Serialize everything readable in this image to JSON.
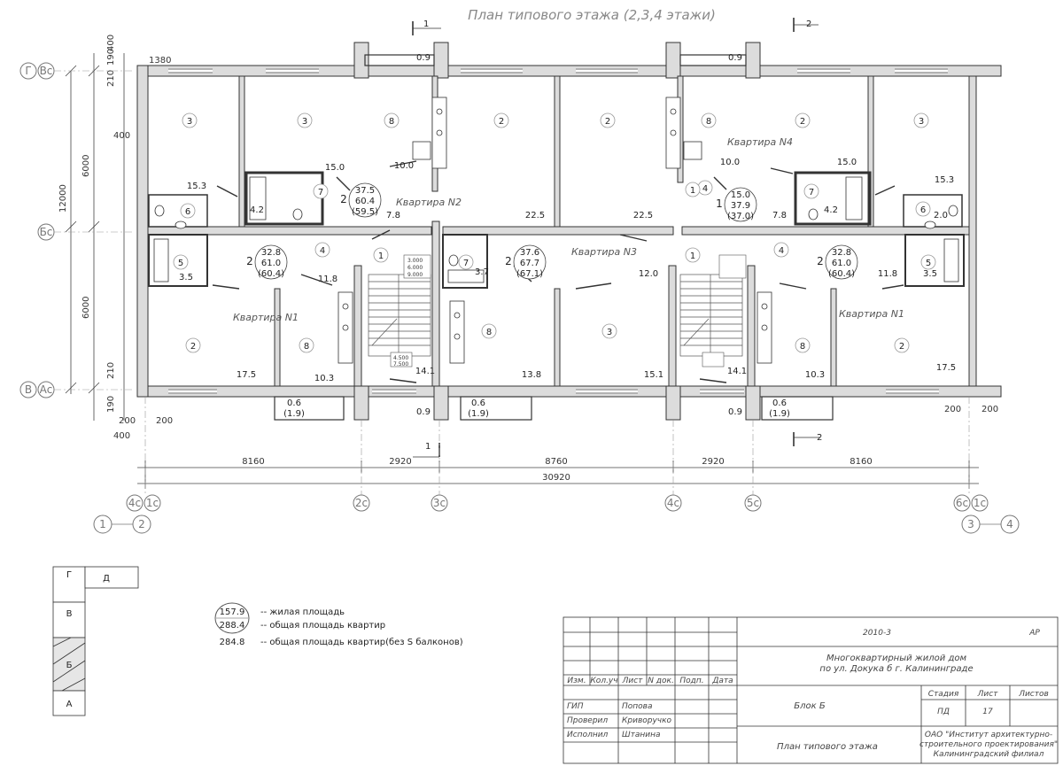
{
  "title": "План типового этажа (2,3,4 этажи)",
  "sections": [
    "1",
    "1",
    "2",
    "2"
  ],
  "apartments": {
    "a1_left": "Квартира N1",
    "a2": "Квартира N2",
    "a3": "Квартира N3",
    "a4": "Квартира N4",
    "a1_right": "Квартира N1"
  },
  "room_numbers": [
    "3",
    "3",
    "8",
    "2",
    "2",
    "8",
    "2",
    "3",
    "7",
    "6",
    "5",
    "4",
    "1",
    "8",
    "2",
    "7",
    "8",
    "3",
    "1",
    "8",
    "2",
    "4",
    "7",
    "6",
    "5",
    "4",
    "1"
  ],
  "room_areas": [
    "15.0",
    "10.0",
    "15.3",
    "4.2",
    "7.8",
    "22.5",
    "22.5",
    "3.7",
    "12.0",
    "3.5",
    "11.8",
    "17.5",
    "10.3",
    "14.1",
    "13.8",
    "15.1",
    "14.1",
    "10.3",
    "17.5",
    "10.0",
    "15.0",
    "15.3",
    "7.8",
    "4.2",
    "2.0",
    "11.8",
    "3.5",
    "0.9",
    "0.9",
    "0.9",
    "0.9",
    "0.6",
    "(1.9)",
    "0.6",
    "(1.9)",
    "0.6",
    "(1.9)"
  ],
  "apartment_summaries": [
    {
      "rooms": "2",
      "living": "37.5",
      "total": "60.4",
      "total_no_balcony": "(59.5)"
    },
    {
      "rooms": "2",
      "living": "32.8",
      "total": "61.0",
      "total_no_balcony": "(60.4)"
    },
    {
      "rooms": "2",
      "living": "37.6",
      "total": "67.7",
      "total_no_balcony": "(67.1)"
    },
    {
      "rooms": "1",
      "living": "15.0",
      "total": "37.9",
      "total_no_balcony": "(37.0)"
    },
    {
      "rooms": "2",
      "living": "32.8",
      "total": "61.0",
      "total_no_balcony": "(60.4)"
    }
  ],
  "stair_marks": [
    "3.000",
    "6.000",
    "9.000",
    "4.500",
    "7.500"
  ],
  "dimensions": {
    "left": [
      "400",
      "190",
      "210",
      "400",
      "6000",
      "12000",
      "6000",
      "210",
      "190",
      "400",
      "1380",
      "200",
      "200",
      "400"
    ],
    "bottom": [
      "8160",
      "2920",
      "8760",
      "2920",
      "8160",
      "30920"
    ],
    "right": [
      "200",
      "200"
    ]
  },
  "axes": {
    "top_left": [
      "Г",
      "Вс"
    ],
    "mid_left": [
      "Бс"
    ],
    "bottom_left": [
      "В",
      "Ас"
    ],
    "bottom": [
      "4с",
      "1с",
      "2с",
      "3с",
      "4с",
      "5с",
      "6с",
      "1с"
    ],
    "corner_left": [
      "1",
      "2"
    ],
    "corner_right": [
      "3",
      "4"
    ]
  },
  "key_plan": {
    "labels": [
      "Г",
      "Д",
      "В",
      "Б",
      "А"
    ]
  },
  "legend": {
    "living_value": "157.9",
    "total_value": "288.4",
    "no_balcony_value": "284.8",
    "living_text": "-- жилая площадь",
    "total_text": "-- общая площадь квартир",
    "no_balcony_text": "-- общая площадь квартир(без S балконов)"
  },
  "stamp": {
    "code": "2010-3",
    "mark": "АР",
    "project": "Многоквартирный жилой дом по ул. Докука б г. Калининграде",
    "project_line1": "Многоквартирный жилой дом",
    "project_line2": "по ул. Докука б г. Калининграде",
    "block": "Блок Б",
    "sheet_title": "План типового этажа",
    "stage_label": "Стадия",
    "sheet_label": "Лист",
    "sheets_label": "Листов",
    "stage": "ПД",
    "sheet": "17",
    "org1": "ОАО \"Институт архитектурно-",
    "org2": "строительного проектирования\"",
    "org3": "Калининградский филиал",
    "headers": [
      "Изм.",
      "Кол.уч",
      "Лист",
      "N док.",
      "Подп.",
      "Дата"
    ],
    "roles": [
      {
        "role": "ГИП",
        "name": "Попова"
      },
      {
        "role": "Проверил",
        "name": "Криворучко"
      },
      {
        "role": "Исполнил",
        "name": "Штанина"
      }
    ]
  }
}
